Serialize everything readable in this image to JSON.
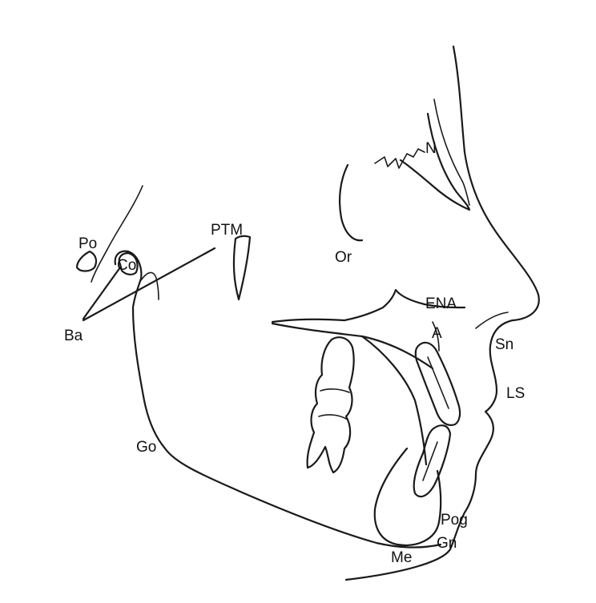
{
  "landmarks": {
    "n": "N",
    "or": "Or",
    "ptm": "PTM",
    "po": "Po",
    "co": "Co",
    "ba": "Ba",
    "ena": "ENA",
    "a": "A",
    "sn": "Sn",
    "ls": "LS",
    "go": "Go",
    "pog": "Pog",
    "gn": "Gn",
    "me": "Me"
  },
  "colors": {
    "line": "#1a1a1a",
    "background": "#ffffff"
  }
}
